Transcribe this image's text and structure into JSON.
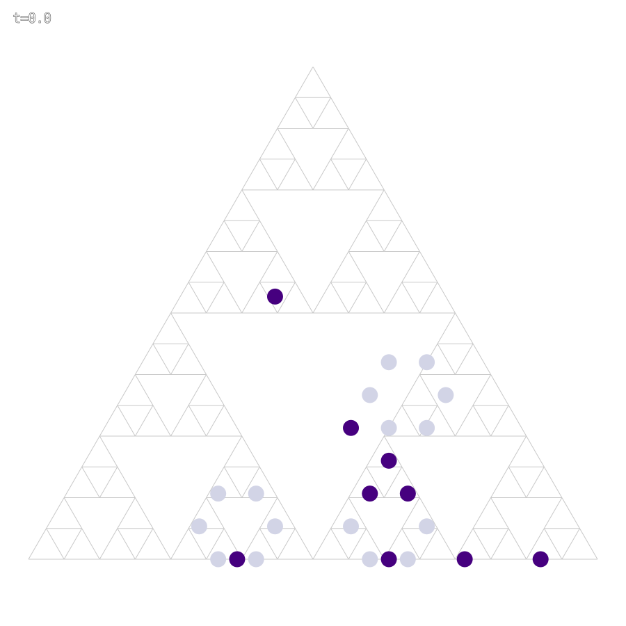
{
  "time_label": "t=0.0",
  "colors": {
    "background": "#ffffff",
    "edge": "#c8c8c8",
    "active_node": "#46007f",
    "faded_node": "#d2d4e6"
  },
  "sierpinski": {
    "depth": 4
  },
  "nodes": {
    "active": [
      {
        "col": 13,
        "row": 8
      },
      {
        "col": 17,
        "row": 4
      },
      {
        "col": 19,
        "row": 3
      },
      {
        "col": 18,
        "row": 2
      },
      {
        "col": 20,
        "row": 2
      },
      {
        "col": 11,
        "row": 0
      },
      {
        "col": 19,
        "row": 0
      },
      {
        "col": 23,
        "row": 0
      },
      {
        "col": 27,
        "row": 0
      }
    ],
    "faded": [
      {
        "col": 19,
        "row": 6
      },
      {
        "col": 21,
        "row": 6
      },
      {
        "col": 18,
        "row": 5
      },
      {
        "col": 22,
        "row": 5
      },
      {
        "col": 19,
        "row": 4
      },
      {
        "col": 21,
        "row": 4
      },
      {
        "col": 10,
        "row": 2
      },
      {
        "col": 12,
        "row": 2
      },
      {
        "col": 9,
        "row": 1
      },
      {
        "col": 13,
        "row": 1
      },
      {
        "col": 10,
        "row": 0
      },
      {
        "col": 12,
        "row": 0
      },
      {
        "col": 18,
        "row": 2
      },
      {
        "col": 20,
        "row": 2
      },
      {
        "col": 17,
        "row": 1
      },
      {
        "col": 21,
        "row": 1
      },
      {
        "col": 18,
        "row": 0
      },
      {
        "col": 20,
        "row": 0
      }
    ]
  }
}
